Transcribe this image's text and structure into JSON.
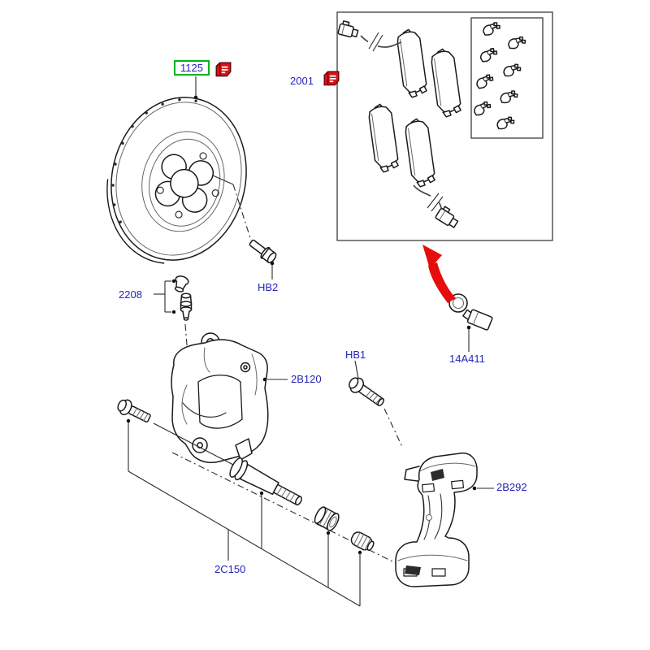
{
  "diagram": {
    "type": "exploded-parts-diagram-front-brake",
    "background": "#ffffff",
    "colors": {
      "label_blue": "#2323bb",
      "selection_green": "#00b41e",
      "flag_red": "#d6131a",
      "arrow_red": "#e60d0d",
      "line_black": "#1a1a1a"
    },
    "icons": {
      "service_flag": "red-page-flag-icon",
      "direction_arrow": "red-curved-arrow-up-icon"
    },
    "parts": [
      {
        "code": "1125",
        "selected": true,
        "service_flag": true
      },
      {
        "code": "2001",
        "selected": false,
        "service_flag": true
      },
      {
        "code": "2208",
        "selected": false,
        "service_flag": false
      },
      {
        "code": "HB2",
        "selected": false,
        "service_flag": false
      },
      {
        "code": "2B120",
        "selected": false,
        "service_flag": false
      },
      {
        "code": "HB1",
        "selected": false,
        "service_flag": false
      },
      {
        "code": "14A411",
        "selected": false,
        "service_flag": false
      },
      {
        "code": "2B292",
        "selected": false,
        "service_flag": false
      },
      {
        "code": "2C150",
        "selected": false,
        "service_flag": false
      }
    ]
  }
}
